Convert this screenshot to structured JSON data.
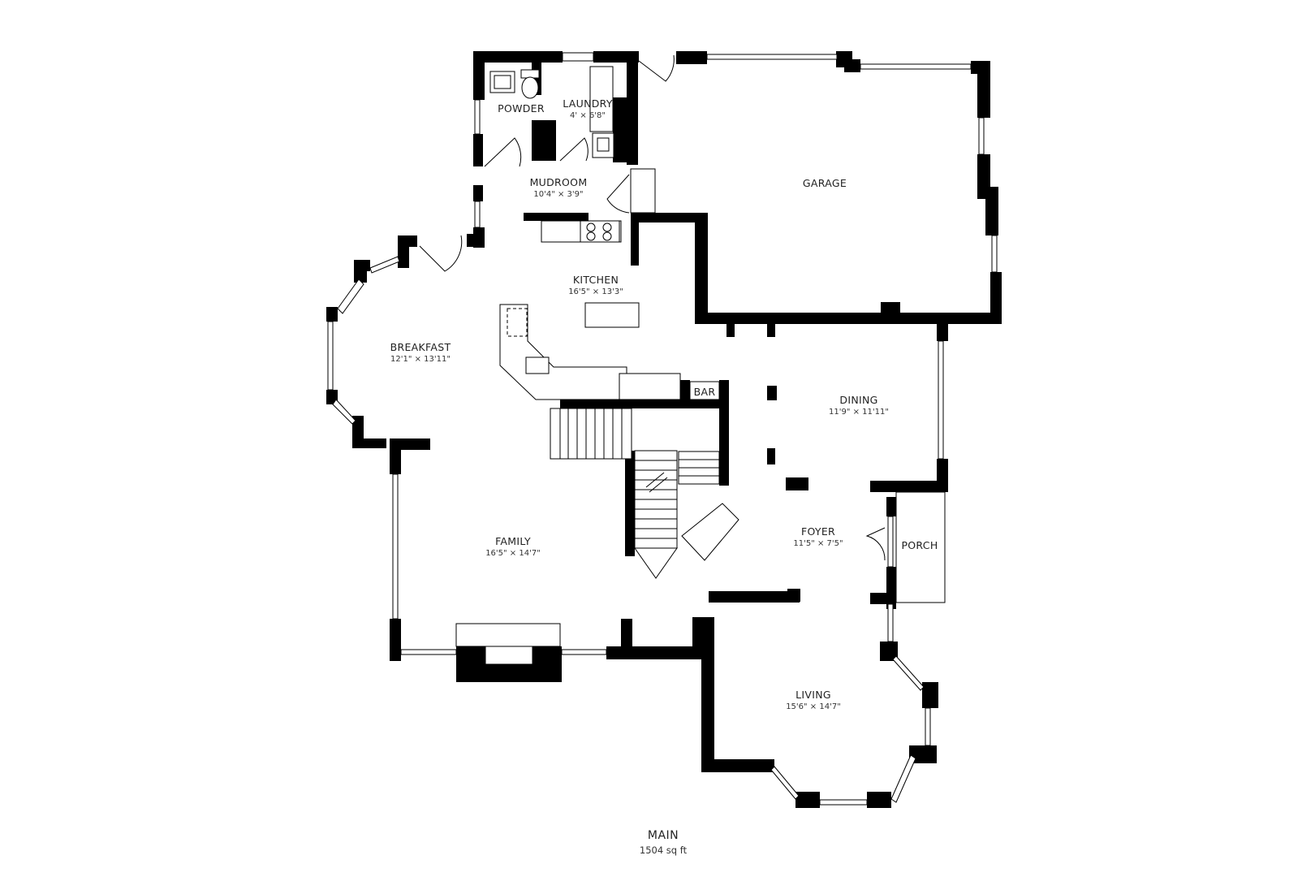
{
  "rooms": {
    "powder": {
      "name": "POWDER"
    },
    "laundry": {
      "name": "LAUNDRY",
      "dim": "4' × 6'8\""
    },
    "mudroom": {
      "name": "MUDROOM",
      "dim": "10'4\" × 3'9\""
    },
    "garage": {
      "name": "GARAGE"
    },
    "kitchen": {
      "name": "KITCHEN",
      "dim": "16'5\" × 13'3\""
    },
    "breakfast": {
      "name": "BREAKFAST",
      "dim": "12'1\" × 13'11\""
    },
    "bar": {
      "name": "BAR"
    },
    "dining": {
      "name": "DINING",
      "dim": "11'9\" × 11'11\""
    },
    "family": {
      "name": "FAMILY",
      "dim": "16'5\" × 14'7\""
    },
    "foyer": {
      "name": "FOYER",
      "dim": "11'5\" × 7'5\""
    },
    "porch": {
      "name": "PORCH"
    },
    "living": {
      "name": "LIVING",
      "dim": "15'6\" × 14'7\""
    }
  },
  "floor": {
    "name": "MAIN",
    "area": "1504 sq ft"
  }
}
